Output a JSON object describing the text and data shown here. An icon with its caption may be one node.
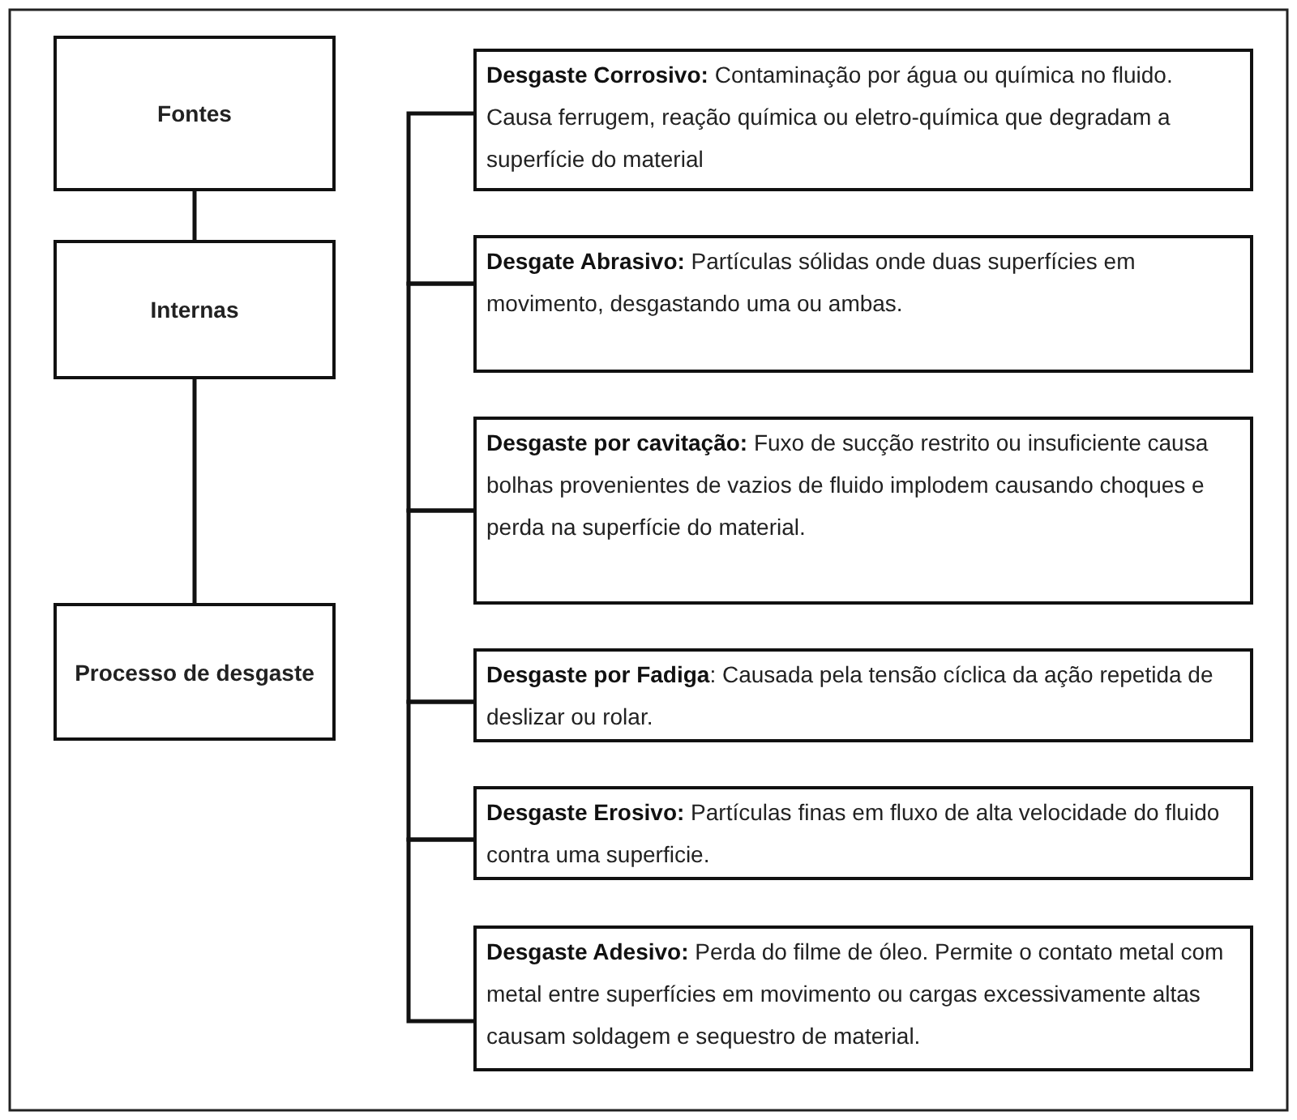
{
  "diagram": {
    "nodes": [
      {
        "text": [
          "Fontes"
        ]
      },
      {
        "text": [
          "Internas"
        ]
      },
      {
        "text": [
          "Processo de desgaste"
        ]
      },
      {
        "text": [
          "**Desgaste Corrosivo:** Contaminação por água ou química no fluido. Causa ferrugem, reação química ou eletro-química que degradam a superfície do material"
        ]
      },
      {
        "text": [
          "**Desgate Abrasivo:** Partículas sólidas onde duas superfícies em movimento, desgastando uma ou ambas."
        ]
      },
      {
        "text": [
          "**Desgaste por cavitação:** Fuxo de sucção restrito ou insuficiente causa bolhas provenientes de vazios de fluido implodem causando choques e perda na superfície do material."
        ]
      },
      {
        "text": [
          "**Desgaste por Fadiga**: Causada pela tensão cíclica da ação repetida de deslizar ou rolar."
        ]
      },
      {
        "text": [
          "**Desgaste Erosivo:** Partículas finas em fluxo de alta velocidade do fluido contra uma superficie."
        ]
      },
      {
        "text": [
          "**Desgaste Adesivo:** Perda do filme de óleo. Permite o contato metal com metal entre superfícies em movimento ou cargas excessivamente altas causam soldagem e sequestro de material."
        ]
      }
    ],
    "edges": [
      {
        "from": 0,
        "to": 1,
        "arrow": "none"
      },
      {
        "from": 1,
        "to": 2,
        "arrow": "none"
      },
      {
        "from": 3,
        "to": 4,
        "arrow": "none"
      },
      {
        "from": 4,
        "to": 5,
        "arrow": "none"
      },
      {
        "from": 5,
        "to": 6,
        "arrow": "none"
      },
      {
        "from": 6,
        "to": 7,
        "arrow": "none"
      },
      {
        "from": 7,
        "to": 8,
        "arrow": "none"
      }
    ]
  }
}
